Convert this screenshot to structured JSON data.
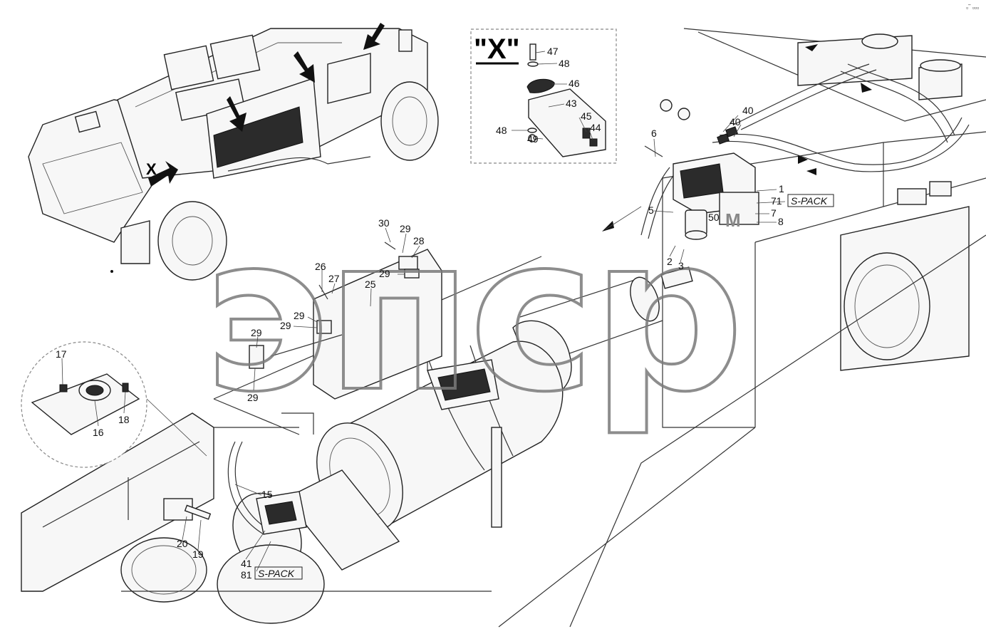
{
  "detail_title": "\"X\"",
  "view_x_label": "X",
  "watermark": "эпср",
  "corner_mark": "▫‾ ▫▫▫",
  "spack_labels": [
    "S-PACK",
    "S-PACK"
  ],
  "callouts": {
    "c47": "47",
    "c48a": "48",
    "c46": "46",
    "c43": "43",
    "c45": "45",
    "c44": "44",
    "c48b": "48",
    "c49": "49",
    "c6": "6",
    "c40a": "40",
    "c40b": "40",
    "c1": "1",
    "c71": "71",
    "c5": "5",
    "c50": "50",
    "c7": "7",
    "c8": "8",
    "c2": "2",
    "c3": "3",
    "c30": "30",
    "c29a": "29",
    "c28": "28",
    "c29b": "29",
    "c26": "26",
    "c27": "27",
    "c25": "25",
    "c29c": "29",
    "c29d": "29",
    "c29e": "29",
    "c29f": "29",
    "c17": "17",
    "c16": "16",
    "c18": "18",
    "c15": "15",
    "c20": "20",
    "c19": "19",
    "c41": "41",
    "c81": "81",
    "cM": "M"
  }
}
